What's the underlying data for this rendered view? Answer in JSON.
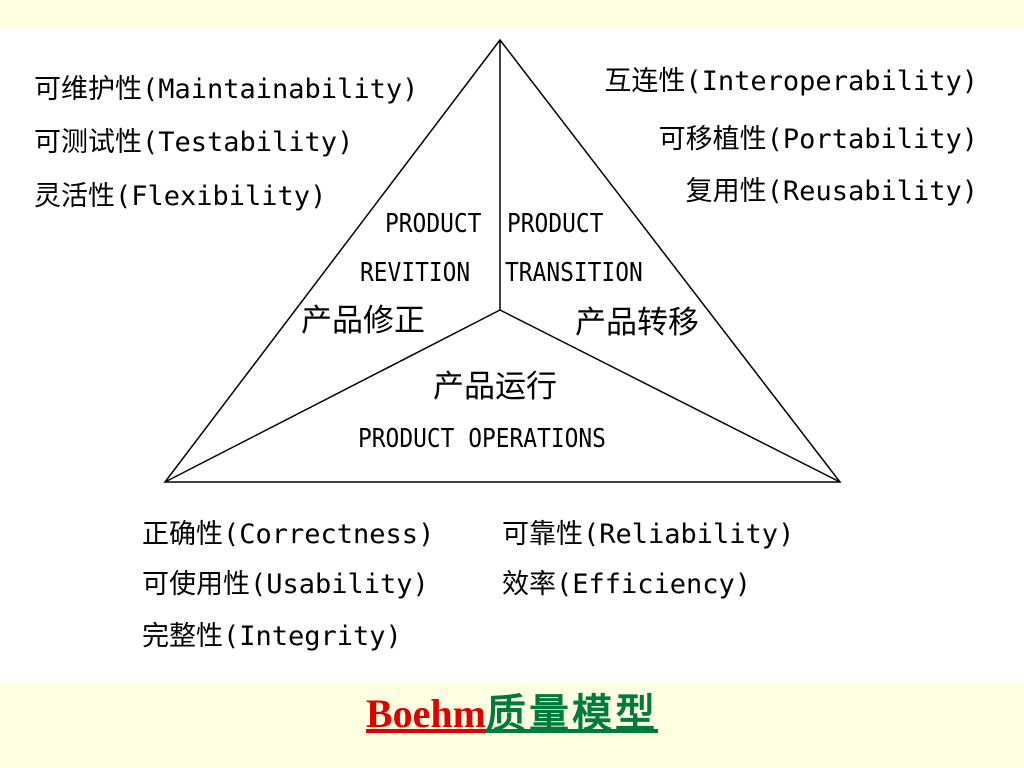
{
  "diagram": {
    "revision_qualities": [
      "可维护性(Maintainability)",
      "可测试性(Testability)",
      "灵活性(Flexibility)"
    ],
    "transition_qualities": [
      "互连性(Interoperability)",
      "可移植性(Portability)",
      "复用性(Reusability)"
    ],
    "operations_qualities_left": [
      "正确性(Correctness)",
      "可使用性(Usability)",
      "完整性(Integrity)"
    ],
    "operations_qualities_right": [
      "可靠性(Reliability)",
      "效率(Efficiency)"
    ],
    "revision_label": {
      "line1": "PRODUCT",
      "line2": "REVITION",
      "zh": "产品修正"
    },
    "transition_label": {
      "line1": "PRODUCT",
      "line2": "TRANSITION",
      "zh": "产品转移"
    },
    "operations_label": {
      "zh": "产品运行",
      "en": "PRODUCT OPERATIONS"
    }
  },
  "caption": {
    "en": "Boehm",
    "zh": "质量模型"
  },
  "colors": {
    "background": "#ffffe1",
    "panel": "#ffffff",
    "caption_en": "#e00000",
    "caption_zh": "#007a3d"
  }
}
